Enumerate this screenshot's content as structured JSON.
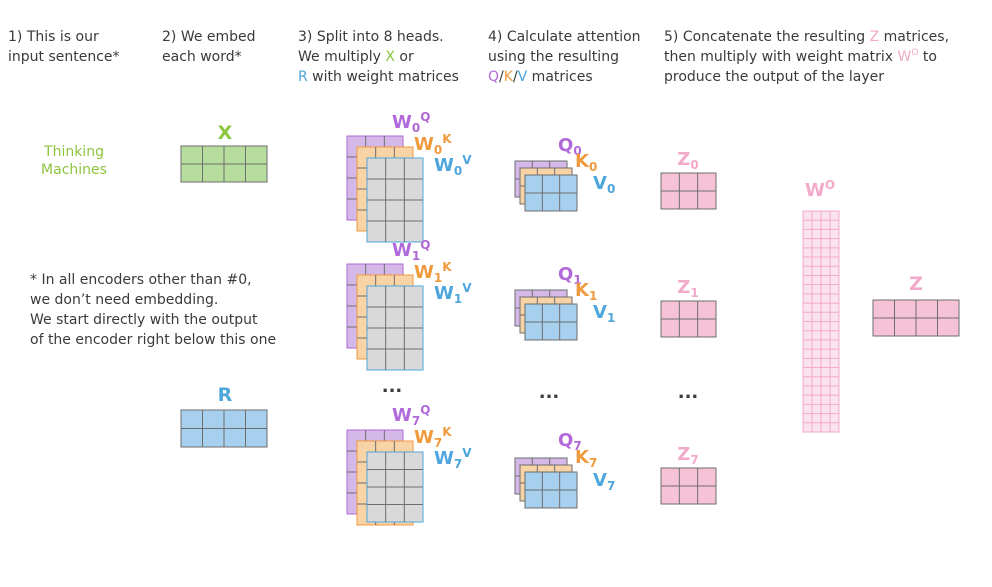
{
  "steps": [
    {
      "line1": "1) This is our",
      "line2": "input sentence*"
    },
    {
      "line1": "2) We embed",
      "line2": "each word*"
    },
    {
      "line1": "3) Split into 8 heads.",
      "line2_pre": "We multiply ",
      "line2_x": "X",
      "line2_post": " or",
      "line3_r": "R",
      "line3_post": " with weight matrices"
    },
    {
      "line1": "4) Calculate attention",
      "line2": "using the resulting",
      "line3_q": "Q",
      "line3_s1": "/",
      "line3_k": "K",
      "line3_s2": "/",
      "line3_v": "V",
      "line3_post": " matrices"
    },
    {
      "line1_pre": "5) Concatenate the resulting ",
      "line1_z": "Z",
      "line1_post": " matrices,",
      "line2_pre": "then multiply with weight matrix ",
      "line2_w": "W",
      "line2_o": "O",
      "line2_post": " to",
      "line3": "produce the output of the layer"
    }
  ],
  "input_sentence": [
    "Thinking",
    "Machines"
  ],
  "note_lines": [
    "* In all encoders other than #0,",
    "we don’t need embedding.",
    "We start directly with the output",
    "of the encoder right below this one"
  ],
  "embedding_labels": {
    "x": "X",
    "r": "R"
  },
  "heads": [
    {
      "index": "0",
      "wq": "W",
      "wk": "W",
      "wv": "W",
      "q": "Q",
      "k": "K",
      "v": "V",
      "z": "Z"
    },
    {
      "index": "1",
      "wq": "W",
      "wk": "W",
      "wv": "W",
      "q": "Q",
      "k": "K",
      "v": "V",
      "z": "Z"
    },
    {
      "index": "7",
      "wq": "W",
      "wk": "W",
      "wv": "W",
      "q": "Q",
      "k": "K",
      "v": "V",
      "z": "Z"
    }
  ],
  "ellipsis": "...",
  "output_weight": {
    "base": "W",
    "sup": "O"
  },
  "output_label": "Z",
  "colors": {
    "text": "#3a3a3a",
    "green": "#8dc53e",
    "green_fill": "#b6dd9d",
    "blue": "#4ea6dc",
    "blue_fill": "#a7d0ef",
    "purple": "#b168d9",
    "purple_fill": "#d4b8e8",
    "orange": "#f09a3e",
    "orange_fill": "#f7d3a6",
    "pink": "#f3a9c9",
    "pink_fill": "#f5c2d8",
    "gray_fill": "#d9d9d9",
    "grid": "#6e6e6e"
  }
}
